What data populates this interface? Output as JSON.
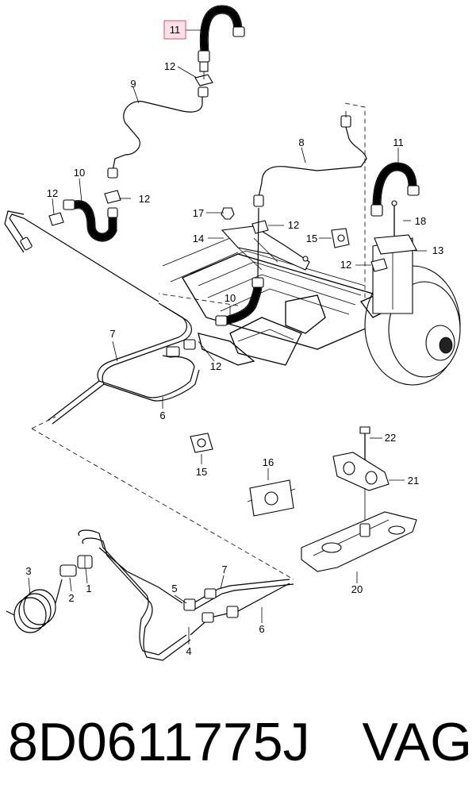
{
  "diagram": {
    "highlighted_callout": "11",
    "callouts": [
      "11",
      "12",
      "9",
      "8",
      "11",
      "10",
      "12",
      "12",
      "17",
      "12",
      "18",
      "14",
      "15",
      "13",
      "12",
      "10",
      "7",
      "12",
      "6",
      "22",
      "16",
      "21",
      "15",
      "3",
      "2",
      "1",
      "7",
      "5",
      "6",
      "4",
      "20"
    ],
    "colors": {
      "highlight_fill": "#fbe0e6",
      "highlight_border": "#e05070",
      "line": "#000000"
    }
  },
  "footer": {
    "part_number": "8D0611775J",
    "brand": "VAG"
  }
}
